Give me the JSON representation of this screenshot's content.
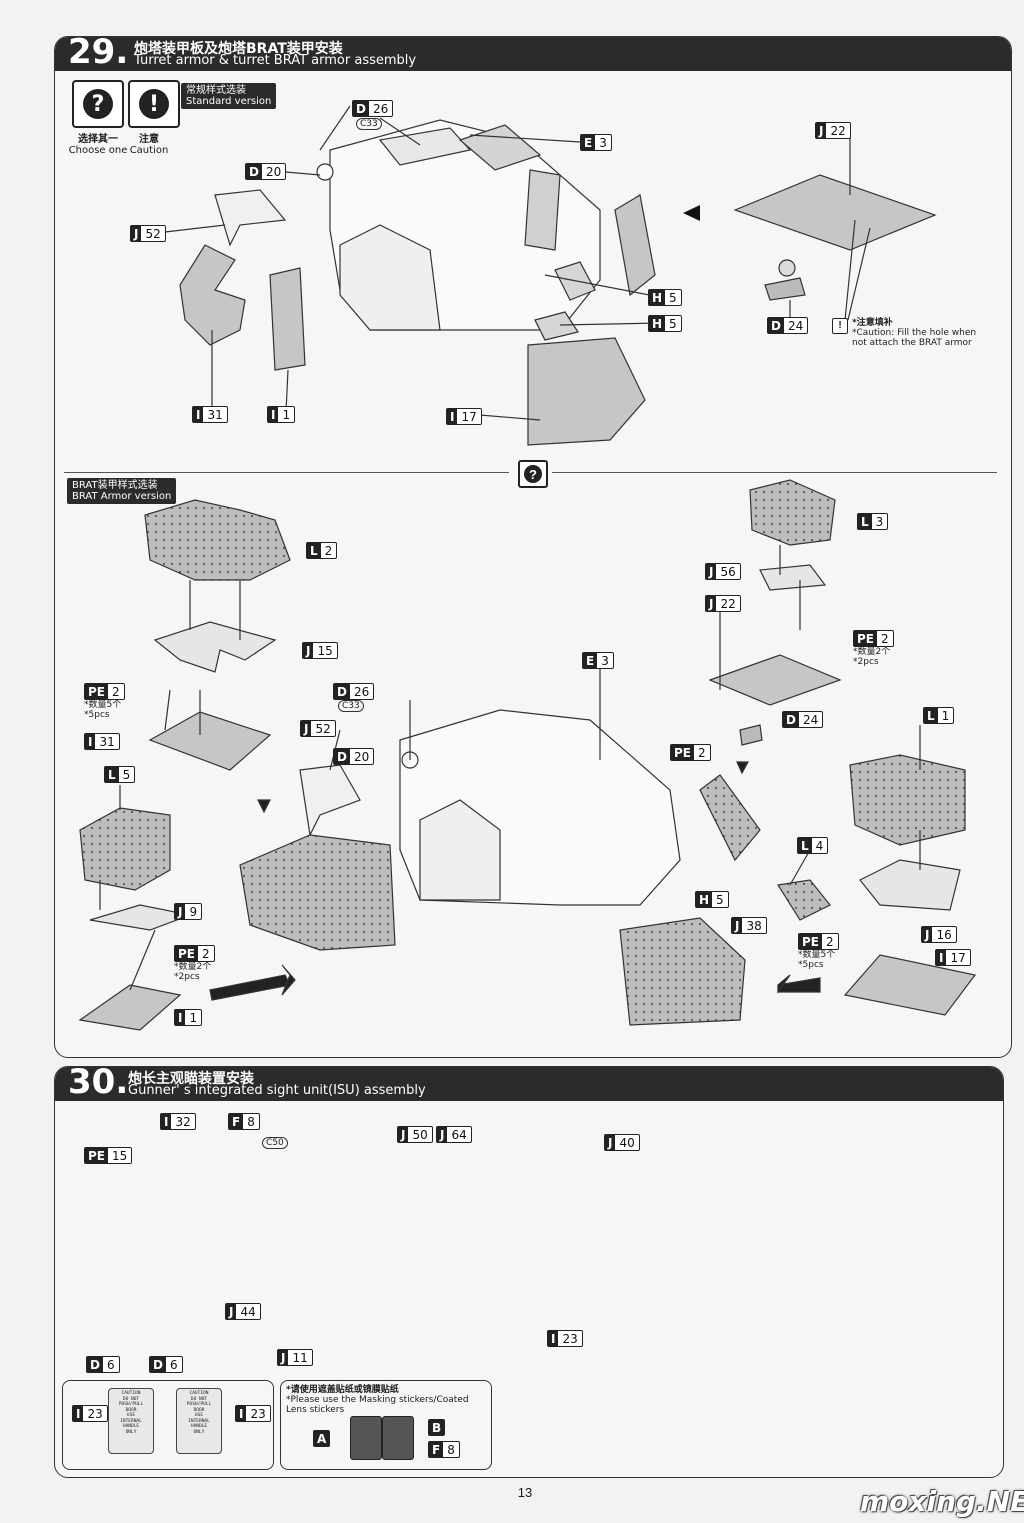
{
  "step29": {
    "number": "29.",
    "title_zh": "炮塔装甲板及炮塔BRAT装甲安装",
    "title_en": "Turret armor & turret BRAT armor assembly",
    "icon_choose": {
      "zh": "选择其一",
      "en": "Choose one",
      "icon": "question-icon"
    },
    "icon_caution": {
      "zh": "注意",
      "en": "Caution",
      "icon": "exclamation-icon"
    },
    "standard_badge": {
      "zh": "常规样式选装",
      "en": "Standard version"
    },
    "brat_badge": {
      "zh": "BRAT装甲样式选装",
      "en": "BRAT Armor version"
    },
    "caution_note": {
      "zh": "*注意填补",
      "en": "*Caution: Fill the hole when not attach the BRAT armor"
    },
    "parts_top": [
      {
        "letter": "D",
        "num": "26"
      },
      {
        "letter": "D",
        "num": "20"
      },
      {
        "letter": "E",
        "num": "3"
      },
      {
        "letter": "J",
        "num": "22"
      },
      {
        "letter": "J",
        "num": "52"
      },
      {
        "letter": "H",
        "num": "5"
      },
      {
        "letter": "H",
        "num": "5"
      },
      {
        "letter": "D",
        "num": "24"
      },
      {
        "letter": "I",
        "num": "31"
      },
      {
        "letter": "I",
        "num": "1"
      },
      {
        "letter": "I",
        "num": "17"
      }
    ],
    "color_code_c33": "C33",
    "parts_bottom": [
      {
        "letter": "L",
        "num": "2"
      },
      {
        "letter": "J",
        "num": "15"
      },
      {
        "letter": "PE",
        "num": "2"
      },
      {
        "letter": "I",
        "num": "31"
      },
      {
        "letter": "D",
        "num": "26"
      },
      {
        "letter": "J",
        "num": "52"
      },
      {
        "letter": "D",
        "num": "20"
      },
      {
        "letter": "E",
        "num": "3"
      },
      {
        "letter": "L",
        "num": "3"
      },
      {
        "letter": "J",
        "num": "56"
      },
      {
        "letter": "J",
        "num": "22"
      },
      {
        "letter": "PE",
        "num": "2"
      },
      {
        "letter": "D",
        "num": "24"
      },
      {
        "letter": "L",
        "num": "1"
      },
      {
        "letter": "L",
        "num": "5"
      },
      {
        "letter": "PE",
        "num": "2"
      },
      {
        "letter": "L",
        "num": "4"
      },
      {
        "letter": "J",
        "num": "9"
      },
      {
        "letter": "H",
        "num": "5"
      },
      {
        "letter": "J",
        "num": "38"
      },
      {
        "letter": "J",
        "num": "16"
      },
      {
        "letter": "PE",
        "num": "2"
      },
      {
        "letter": "I",
        "num": "17"
      },
      {
        "letter": "PE",
        "num": "2"
      },
      {
        "letter": "I",
        "num": "1"
      }
    ],
    "qty5": {
      "zh": "*数量5个",
      "en": "*5pcs"
    },
    "qty2": {
      "zh": "*数量2个",
      "en": "*2pcs"
    }
  },
  "step30": {
    "number": "30.",
    "title_zh": "炮长主观瞄装置安装",
    "title_en": "Gunner' s integrated sight unit(ISU) assembly",
    "parts": [
      {
        "letter": "I",
        "num": "32"
      },
      {
        "letter": "F",
        "num": "8"
      },
      {
        "letter": "PE",
        "num": "15"
      },
      {
        "letter": "J",
        "num": "50"
      },
      {
        "letter": "J",
        "num": "64"
      },
      {
        "letter": "J",
        "num": "40"
      },
      {
        "letter": "J",
        "num": "44"
      },
      {
        "letter": "J",
        "num": "11"
      },
      {
        "letter": "I",
        "num": "23"
      },
      {
        "letter": "D",
        "num": "6"
      },
      {
        "letter": "D",
        "num": "6"
      }
    ],
    "color_code_c50": "C50",
    "decal_parts": [
      {
        "letter": "I",
        "num": "23"
      },
      {
        "letter": "I",
        "num": "23"
      }
    ],
    "decal_text": [
      "CAUTION",
      "DO NOT",
      "PUSH/PULL",
      "DOOR",
      "USE",
      "INTERNAL",
      "HANDLE",
      "ONLY"
    ],
    "sticker_note": {
      "zh": "*请使用遮盖贴纸或镜膜贴纸",
      "en": "*Please use the Masking stickers/Coated Lens stickers"
    },
    "sticker_parts": [
      {
        "letter": "A",
        "num": ""
      },
      {
        "letter": "B",
        "num": ""
      },
      {
        "letter": "F",
        "num": "8"
      }
    ]
  },
  "footer": {
    "page": "13",
    "watermark": "moxing.NET"
  }
}
